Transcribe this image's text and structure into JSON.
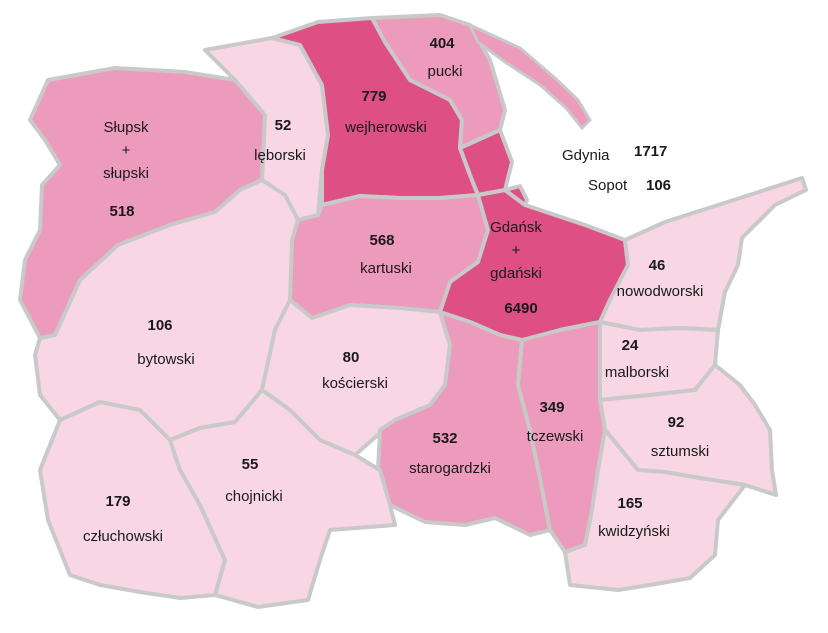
{
  "colors": {
    "light": "#f8d6e3",
    "medium": "#ec9bbc",
    "strong": "#e87aa6",
    "dark": "#de4f84",
    "border": "#c9c9c9"
  },
  "counties": [
    {
      "id": "slupsk",
      "name_lines": [
        "Słupsk",
        "+",
        "słupski"
      ],
      "value": "518",
      "shade": "medium"
    },
    {
      "id": "leborski",
      "name_lines": [
        "lęborski"
      ],
      "value": "52",
      "shade": "light"
    },
    {
      "id": "wejherowski",
      "name_lines": [
        "wejherowski"
      ],
      "value": "779",
      "shade": "dark"
    },
    {
      "id": "pucki",
      "name_lines": [
        "pucki"
      ],
      "value": "404",
      "shade": "medium"
    },
    {
      "id": "gdynia",
      "name_lines": [
        "Gdynia"
      ],
      "value": "1717",
      "shade": "dark"
    },
    {
      "id": "sopot",
      "name_lines": [
        "Sopot"
      ],
      "value": "106",
      "shade": "dark"
    },
    {
      "id": "kartuski",
      "name_lines": [
        "kartuski"
      ],
      "value": "568",
      "shade": "medium"
    },
    {
      "id": "gdansk",
      "name_lines": [
        "Gdańsk",
        "+",
        "gdański"
      ],
      "value": "6490",
      "shade": "dark"
    },
    {
      "id": "nowodworski",
      "name_lines": [
        "nowodworski"
      ],
      "value": "46",
      "shade": "light"
    },
    {
      "id": "bytowski",
      "name_lines": [
        "bytowski"
      ],
      "value": "106",
      "shade": "light"
    },
    {
      "id": "koscierski",
      "name_lines": [
        "kościerski"
      ],
      "value": "80",
      "shade": "light"
    },
    {
      "id": "malborski",
      "name_lines": [
        "malborski"
      ],
      "value": "24",
      "shade": "light"
    },
    {
      "id": "starogardzki",
      "name_lines": [
        "starogardzki"
      ],
      "value": "532",
      "shade": "medium"
    },
    {
      "id": "tczewski",
      "name_lines": [
        "tczewski"
      ],
      "value": "349",
      "shade": "medium"
    },
    {
      "id": "sztumski",
      "name_lines": [
        "sztumski"
      ],
      "value": "92",
      "shade": "light"
    },
    {
      "id": "czluchowski",
      "name_lines": [
        "człuchowski"
      ],
      "value": "179",
      "shade": "light"
    },
    {
      "id": "chojnicki",
      "name_lines": [
        "chojnicki"
      ],
      "value": "55",
      "shade": "light"
    },
    {
      "id": "kwidzynski",
      "name_lines": [
        "kwidzyński"
      ],
      "value": "165",
      "shade": "light"
    }
  ]
}
